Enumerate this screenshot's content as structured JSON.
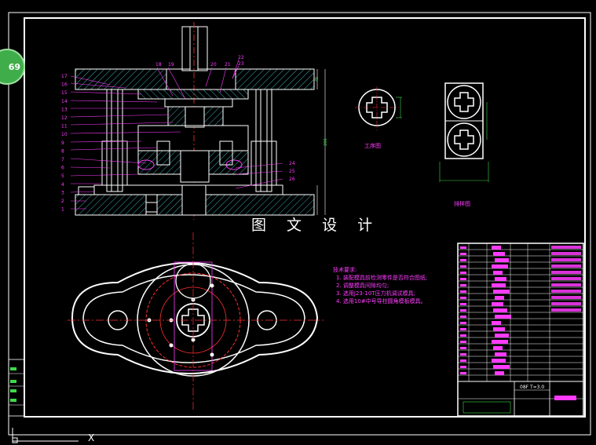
{
  "watermark": "图 文 设 计",
  "page_badge": "69",
  "view_labels": {
    "workpiece": "工序图",
    "layout": "排样图"
  },
  "tech_requirements": {
    "title": "技术要求:",
    "items": [
      "1. 装配模具前检测零件是否符合图纸;",
      "2. 调整模具间隙均匀;",
      "3. 选用J23-10T压力机调试模具;",
      "4. 选用10#中号导柱圆角模板模具。"
    ]
  },
  "part_numbers_left": [
    "17",
    "16",
    "15",
    "14",
    "13",
    "12",
    "11",
    "10",
    "9",
    "8",
    "7",
    "6",
    "5",
    "4",
    "3",
    "2",
    "1"
  ],
  "part_numbers_top": [
    "18",
    "19",
    "20",
    "21",
    "22",
    "23"
  ],
  "part_numbers_right": [
    "24",
    "25",
    "26"
  ],
  "title_block": {
    "material_thickness": "08F T=3.0"
  },
  "axis_label": "X",
  "colors": {
    "background": "#000000",
    "line_white": "#ffffff",
    "magenta": "#ff3bff",
    "red": "#ff3030",
    "green": "#3fd94a",
    "cyan": "#33e0ff",
    "yellow": "#ffe830",
    "hatch": "#3aaab0"
  }
}
